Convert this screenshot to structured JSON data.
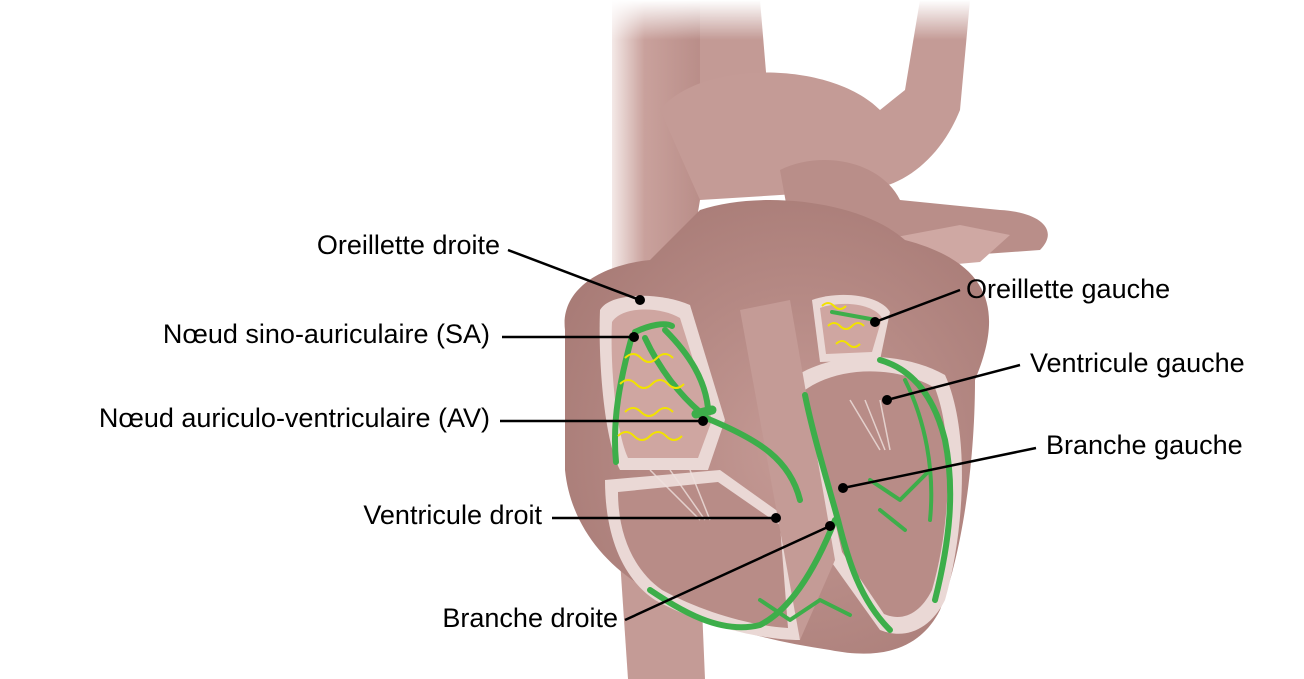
{
  "diagram": {
    "labels": {
      "right_atrium": "Oreillette droite",
      "sa_node": "Nœud sino-auriculaire (SA)",
      "av_node": "Nœud auriculo-ventriculaire (AV)",
      "right_ventricle": "Ventricule droit",
      "right_bundle": "Branche droite",
      "left_atrium": "Oreillette gauche",
      "left_ventricle": "Ventricule gauche",
      "left_bundle": "Branche gauche"
    },
    "colors": {
      "tissue": "#c9a19c",
      "tissue_dark": "#a67975",
      "tissue_light": "#ead8d5",
      "conduction": "#3dae4a",
      "impulse": "#f2e200",
      "leader": "#000000"
    }
  }
}
